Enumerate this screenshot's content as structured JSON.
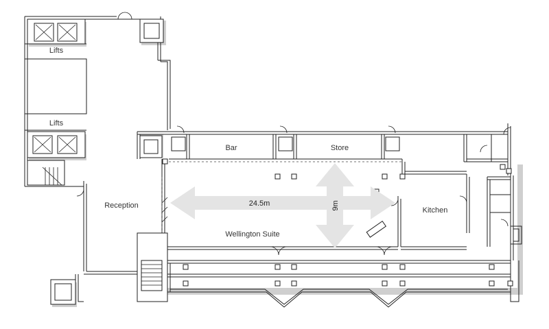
{
  "plan": {
    "rooms": {
      "lifts_top": "Lifts",
      "lifts_bottom": "Lifts",
      "bar": "Bar",
      "store": "Store",
      "reception": "Reception",
      "kitchen": "Kitchen",
      "wellington_suite": "Wellington Suite"
    },
    "dimensions": {
      "length": "24.5m",
      "width": "9m"
    },
    "colors": {
      "walls": "#1f1f1f",
      "wall_shadow": "#cfcfcf",
      "dimension_arrows": "#e4e4e4"
    }
  }
}
